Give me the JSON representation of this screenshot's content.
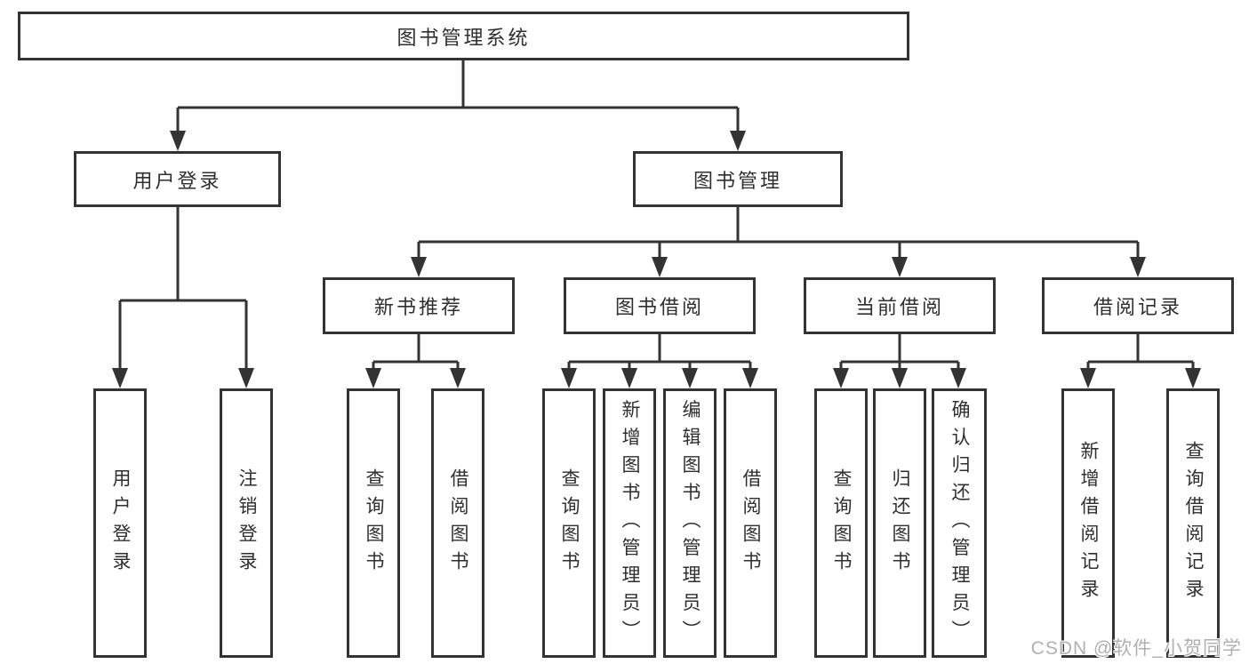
{
  "tree": {
    "label": "图书管理系统",
    "children": [
      {
        "label": "用户登录",
        "children": [
          {
            "label": "用户登录"
          },
          {
            "label": "注销登录"
          }
        ]
      },
      {
        "label": "图书管理",
        "children": [
          {
            "label": "新书推荐",
            "children": [
              {
                "label": "查询图书"
              },
              {
                "label": "借阅图书"
              }
            ]
          },
          {
            "label": "图书借阅",
            "children": [
              {
                "label": "查询图书"
              },
              {
                "label": "新增图书（管理员）"
              },
              {
                "label": "编辑图书（管理员）"
              },
              {
                "label": "借阅图书"
              }
            ]
          },
          {
            "label": "当前借阅",
            "children": [
              {
                "label": "查询图书"
              },
              {
                "label": "归还图书"
              },
              {
                "label": "确认归还（管理员）"
              }
            ]
          },
          {
            "label": "借阅记录",
            "children": [
              {
                "label": "新增借阅记录"
              },
              {
                "label": "查询借阅记录"
              }
            ]
          }
        ]
      }
    ]
  },
  "watermark": {
    "text": "CSDN @软件_小贺同学"
  },
  "colors": {
    "line": "#333333",
    "box_border": "#333333",
    "box_fill": "#ffffff",
    "text": "#2f2f2f",
    "watermark": "#b0b0b0",
    "background": "#ffffff"
  }
}
